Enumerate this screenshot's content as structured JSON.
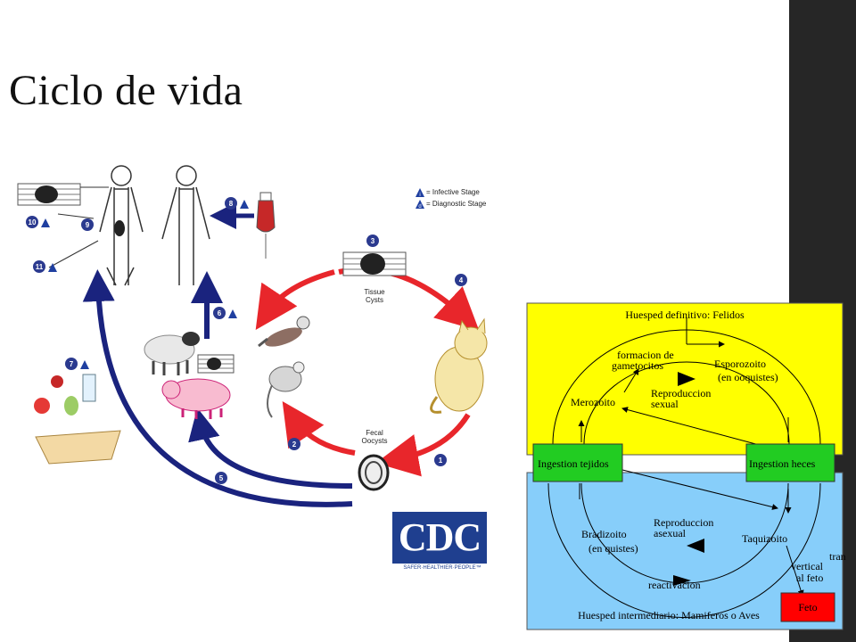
{
  "slide": {
    "title": "Ciclo de vida"
  },
  "cdc_diagram": {
    "legend": {
      "infective": "= Infective Stage",
      "diagnostic": "= Diagnostic Stage",
      "infective_mark": "i",
      "diagnostic_mark": "d"
    },
    "labels": {
      "tissue_cysts": "Tissue\nCysts",
      "fecal_oocysts": "Fecal\nOocysts"
    },
    "steps": [
      "1",
      "2",
      "3",
      "4",
      "5",
      "6",
      "7",
      "8",
      "9",
      "10",
      "11"
    ],
    "logo": {
      "text": "CDC",
      "tagline": "SAFER·HEALTHIER·PEOPLE™"
    },
    "colors": {
      "red_arrow": "#e8262b",
      "blue_arrow": "#1a237e",
      "step_badge": "#2b3a8f"
    }
  },
  "cycle_diagram": {
    "definitive_host": "Huesped definitivo: Felidos",
    "intermediate_host": "Huesped intermediario: Mamiferos o Aves",
    "formacion": "formacion de",
    "gametocitos": "gametocitos",
    "esporozoito": "Esporozoito",
    "en_ooquistes": "(en ooquistes)",
    "merozoito": "Merozoito",
    "reproduccion_sexual_1": "Reproduccion",
    "reproduccion_sexual_2": "sexual",
    "ingestion_tejidos": "Ingestion tejidos",
    "ingestion_heces": "Ingestion heces",
    "bradizoito": "Bradizoito",
    "en_quistes": "(en quistes)",
    "reproduccion_asexual_1": "Reproduccion",
    "reproduccion_asexual_2": "asexual",
    "taquizoito": "Taquizoito",
    "vertical_1": "vertical",
    "vertical_2": "al feto",
    "tran": "tran",
    "reactivacion": "reactivacion",
    "feto": "Feto",
    "colors": {
      "top_bg": "#ffff00",
      "bottom_bg": "#87cefa",
      "box_green": "#22cc22",
      "feto_red": "#ff0000"
    }
  }
}
